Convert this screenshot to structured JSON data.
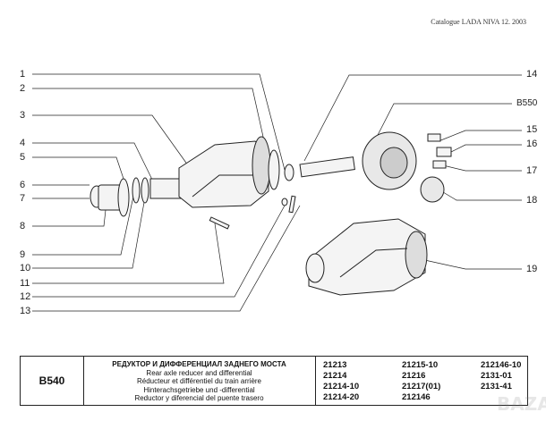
{
  "header": {
    "catalog": "Catalogue LADA NIVA 12. 2003"
  },
  "callouts_left": [
    "1",
    "2",
    "3",
    "4",
    "5",
    "6",
    "7",
    "8",
    "9",
    "10",
    "11",
    "12",
    "13"
  ],
  "callouts_right": [
    "14",
    "15",
    "16",
    "17",
    "18",
    "19"
  ],
  "figure_code": "B550",
  "table": {
    "code": "B540",
    "titles": [
      "РЕДУКТОР И ДИФФЕРЕНЦИАЛ ЗАДНЕГО МОСТА",
      "Rear axle reducer and differential",
      "Réducteur et différentiel du train arrière",
      "Hinterachsgetriebe und -differential",
      "Reductor y diferencial del puente trasero"
    ],
    "models": [
      [
        "21213",
        "21214",
        "21214-10",
        "21214-20"
      ],
      [
        "21215-10",
        "21216",
        "21217(01)",
        "212146"
      ],
      [
        "212146-10",
        "2131-01",
        "2131-41"
      ]
    ]
  },
  "watermark": "BAZAR"
}
